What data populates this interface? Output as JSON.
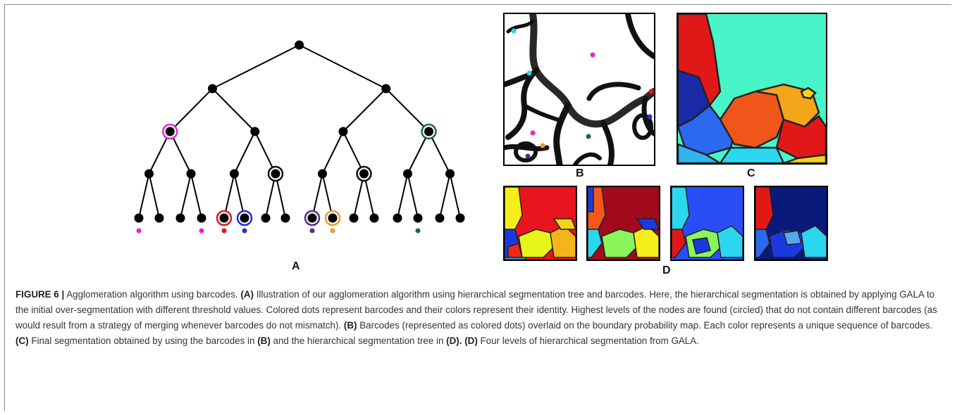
{
  "figure": {
    "panel_labels": {
      "a": "A",
      "b": "B",
      "c": "C",
      "d": "D"
    },
    "tree": {
      "leaves": [
        {
          "barcode": "#f21ad8"
        },
        {
          "barcode": null
        },
        {
          "barcode": null
        },
        {
          "barcode": "#f21ad8"
        },
        {
          "barcode": "#e8141e",
          "circle": "#e8141e"
        },
        {
          "barcode": "#1f2fd6",
          "circle": "#1f2fd6"
        },
        {
          "barcode": null
        },
        {
          "barcode": null
        },
        {
          "barcode": "#5a2a8a",
          "circle": "#5a2a8a"
        },
        {
          "barcode": "#f29a2e",
          "circle": "#f29a2e"
        },
        {
          "barcode": null
        },
        {
          "barcode": null
        },
        {
          "barcode": null
        },
        {
          "barcode": "#1a6b3a"
        },
        {
          "barcode": null
        },
        {
          "barcode": null
        }
      ],
      "circled_inner": [
        {
          "level": 2,
          "index": 0,
          "color": "#e22ad8"
        },
        {
          "level": 2,
          "index": 3,
          "color": "#1a6b3a"
        },
        {
          "level": 3,
          "index": 3,
          "color": "#111111"
        },
        {
          "level": 3,
          "index": 5,
          "color": "#111111"
        }
      ]
    },
    "panel_b_dots": [
      "#23d4ee",
      "#23d4ee",
      "#e422d8",
      "#e8141e",
      "#1f2fd6",
      "#e422d8",
      "#f29a2e",
      "#1a6b3a",
      "#5a2a8a"
    ]
  },
  "caption": {
    "label": "FIGURE 6 |",
    "title": "Agglomeration algorithm using barcodes.",
    "a_label": "(A)",
    "a_text": "Illustration of our agglomeration algorithm using hierarchical segmentation tree and barcodes. Here, the hierarchical segmentation is obtained by applying GALA to the initial over-segmentation with different threshold values. Colored dots represent barcodes and their colors represent their identity. Highest levels of the nodes are found (circled) that do not contain different barcodes (as would result from a strategy of merging whenever barcodes do not mismatch).",
    "b_label": "(B)",
    "b_text": "Barcodes (represented as colored dots) overlaid on the boundary probability map. Each color represents a unique sequence of barcodes.",
    "c_label": "(C)",
    "c_text": "Final segmentation obtained by using the barcodes in",
    "c_ref1": "(B)",
    "c_mid": "and the hierarchical segmentation tree in",
    "c_ref2": "(D).",
    "d_label": "(D)",
    "d_text": "Four levels of hierarchical segmentation from GALA."
  }
}
